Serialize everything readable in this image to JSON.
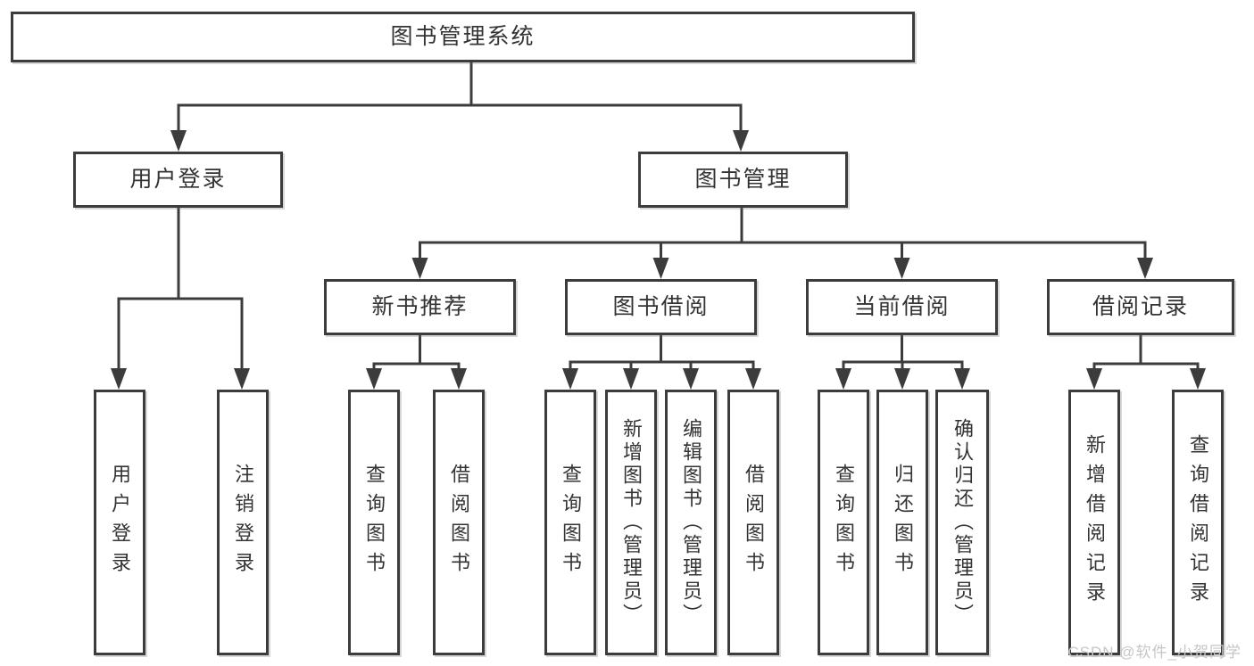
{
  "org": {
    "root": {
      "label": "图书管理系统"
    },
    "user_login": {
      "label": "用户登录",
      "children": [
        "用户登录",
        "注销登录"
      ]
    },
    "book_mgmt": {
      "label": "图书管理",
      "sections": {
        "new_book_rec": {
          "label": "新书推荐",
          "children": [
            "查询图书",
            "借阅图书"
          ]
        },
        "book_borrow": {
          "label": "图书借阅",
          "children": [
            "查询图书",
            "新增图书（管理员）",
            "编辑图书（管理员）",
            "借阅图书"
          ]
        },
        "current_borrow": {
          "label": "当前借阅",
          "children": [
            "查询图书",
            "归还图书",
            "确认归还（管理员）"
          ]
        },
        "borrow_records": {
          "label": "借阅记录",
          "children": [
            "新增借阅记录",
            "查询借阅记录"
          ]
        }
      }
    }
  },
  "watermark": {
    "text": "CSDN @软件_小贺同学"
  },
  "colors": {
    "line": "#3c3c3c",
    "text": "#333333",
    "watermark": "#c6c6c6",
    "background": "#ffffff",
    "box_bg": "#ffffff"
  }
}
